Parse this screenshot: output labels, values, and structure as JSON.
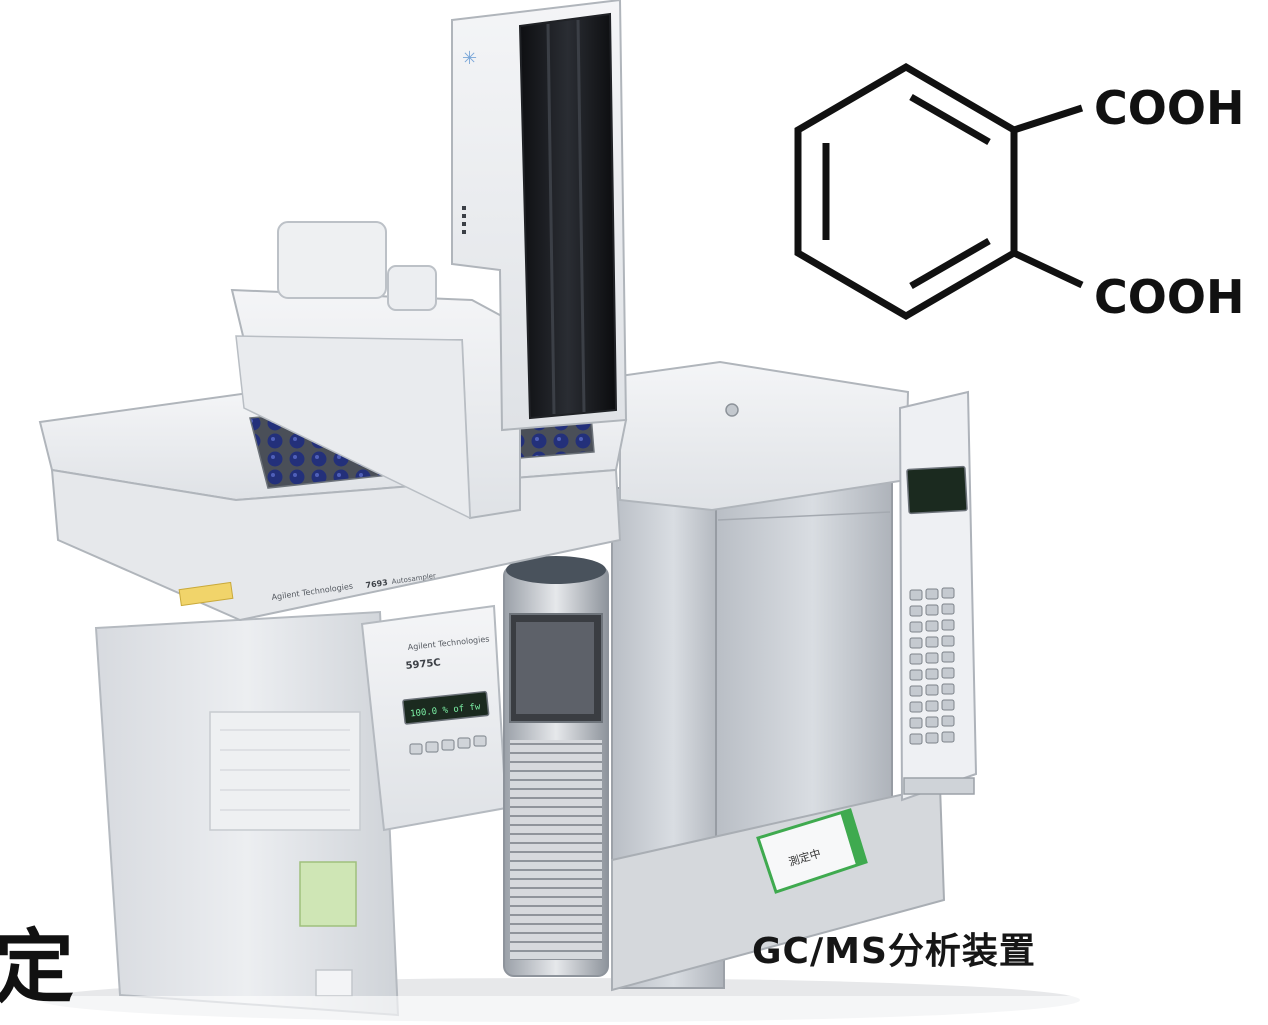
{
  "molecule": {
    "substituent_top": "COOH",
    "substituent_bottom": "COOH"
  },
  "photo": {
    "brand_label": "Agilent Technologies",
    "autosampler_model": "7693",
    "autosampler_name": "Autosampler",
    "ms_model": "5975C",
    "ms_display_text": "100.0 % of fw",
    "status_sign": "測定中"
  },
  "caption": {
    "instrument": "GC/MS分析装置"
  },
  "corner_text": "定",
  "colors": {
    "ink": "#111111",
    "instrument_body": "#e4e6e9",
    "instrument_panel": "#c9cdd2",
    "vial_cap": "#23307a",
    "display": "#1b2a1f",
    "display_text": "#7cf2a6",
    "sign_green": "#3faa4f"
  }
}
